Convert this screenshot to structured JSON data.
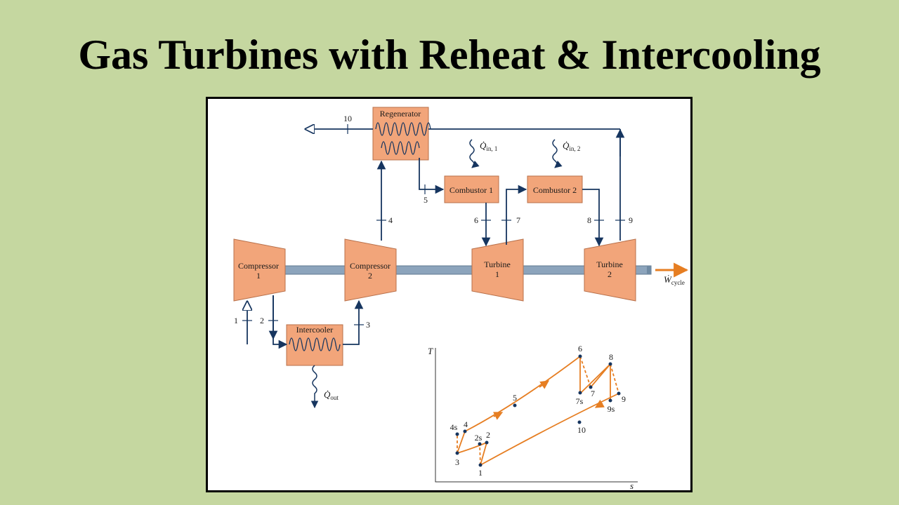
{
  "title": "Gas Turbines with Reheat & Intercooling",
  "colors": {
    "background": "#c5d7a0",
    "component": "#f2a57a",
    "flow_line": "#16355f",
    "cycle_line": "#e67e22",
    "shaft": "#8ca4bc"
  },
  "components": {
    "compressor1": [
      "Compressor",
      "1"
    ],
    "compressor2": [
      "Compressor",
      "2"
    ],
    "turbine1": [
      "Turbine",
      "1"
    ],
    "turbine2": [
      "Turbine",
      "2"
    ],
    "regenerator": "Regenerator",
    "intercooler": "Intercooler",
    "combustor1": "Combustor 1",
    "combustor2": "Combustor 2"
  },
  "state_labels": [
    "1",
    "2",
    "3",
    "4",
    "5",
    "6",
    "7",
    "8",
    "9",
    "10"
  ],
  "heat_labels": {
    "qin1": {
      "main": "Q̇",
      "sub": "in, 1"
    },
    "qin2": {
      "main": "Q̇",
      "sub": "in, 2"
    },
    "qout": {
      "main": "Q̇",
      "sub": "out"
    },
    "wcycle": {
      "main": "Ẇ",
      "sub": "cycle"
    }
  },
  "ts_diagram": {
    "y_axis": "T",
    "x_axis": "s",
    "points": [
      "1",
      "2s",
      "2",
      "3",
      "4s",
      "4",
      "5",
      "6",
      "7s",
      "7",
      "8",
      "9s",
      "9",
      "10"
    ]
  }
}
